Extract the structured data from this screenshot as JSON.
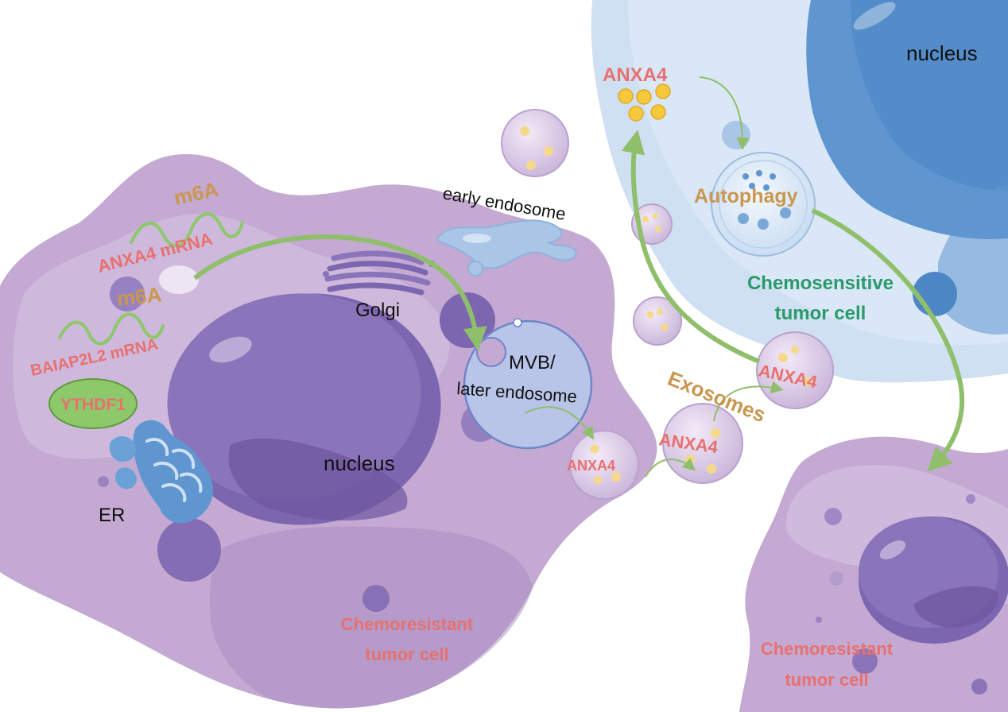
{
  "labels": {
    "m6a_top": "m6A",
    "anxa4_mrna": "ANXA4 mRNA",
    "m6a_mid": "m6A",
    "baiap2l2_mrna": "BAIAP2L2 mRNA",
    "ythdf1": "YTHDF1",
    "er": "ER",
    "golgi": "Golgi",
    "early_endosome": "early endosome",
    "mvb_line1": "MVB/",
    "mvb_line2": "later endosome",
    "nucleus_left": "nucleus",
    "chemoresistant_left_1": "Chemoresistant",
    "chemoresistant_left_2": "tumor cell",
    "anxa4_exo1": "ANXA4",
    "anxa4_exo2": "ANXA4",
    "anxa4_exo3": "ANXA4",
    "exosomes": "Exosomes",
    "anxa4_top": "ANXA4",
    "autophagy": "Autophagy",
    "nucleus_top": "nucleus",
    "chemosensitive_1": "Chemosensitive",
    "chemosensitive_2": "tumor cell",
    "chemoresistant_right_1": "Chemoresistant",
    "chemoresistant_right_2": "tumor cell"
  },
  "colors": {
    "label_red": "#e8706f",
    "label_gold": "#c9974f",
    "label_green": "#2a9a6a",
    "arrow_green": "#8fbf6a",
    "purple_cell": "#c4a9d2",
    "purple_nucleus": "#7d66b0",
    "blue_cell": "#cfe0f3",
    "blue_nucleus": "#5f96d0"
  }
}
